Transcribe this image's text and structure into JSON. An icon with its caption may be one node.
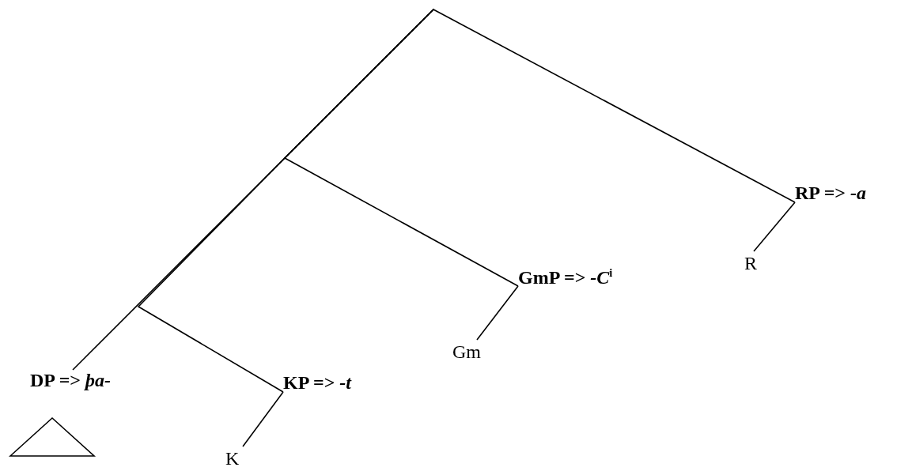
{
  "diagram": {
    "nodes": [
      {
        "text": [],
        "shape": "point"
      },
      {
        "text": [
          "RP => *-a*"
        ]
      },
      {
        "text": [
          "GmP => *-C*$^{i}$"
        ]
      },
      {
        "text": [
          "R"
        ]
      },
      {
        "text": [
          "DP => *þa-*"
        ]
      },
      {
        "text": [
          "KP => *-t*"
        ]
      },
      {
        "text": [
          "Gm"
        ]
      },
      {
        "text": [],
        "shape": "triangle"
      },
      {
        "text": [
          "K"
        ]
      }
    ],
    "edges": [
      {
        "from": 0,
        "to": 1,
        "arrow": "none"
      },
      {
        "from": 0,
        "to": 2,
        "arrow": "none"
      },
      {
        "from": 0,
        "to": 5,
        "arrow": "none"
      },
      {
        "from": 0,
        "to": 4,
        "arrow": "none"
      },
      {
        "from": 1,
        "to": 3,
        "arrow": "none"
      },
      {
        "from": 2,
        "to": 6,
        "arrow": "none"
      },
      {
        "from": 5,
        "to": 8,
        "arrow": "none"
      }
    ]
  }
}
